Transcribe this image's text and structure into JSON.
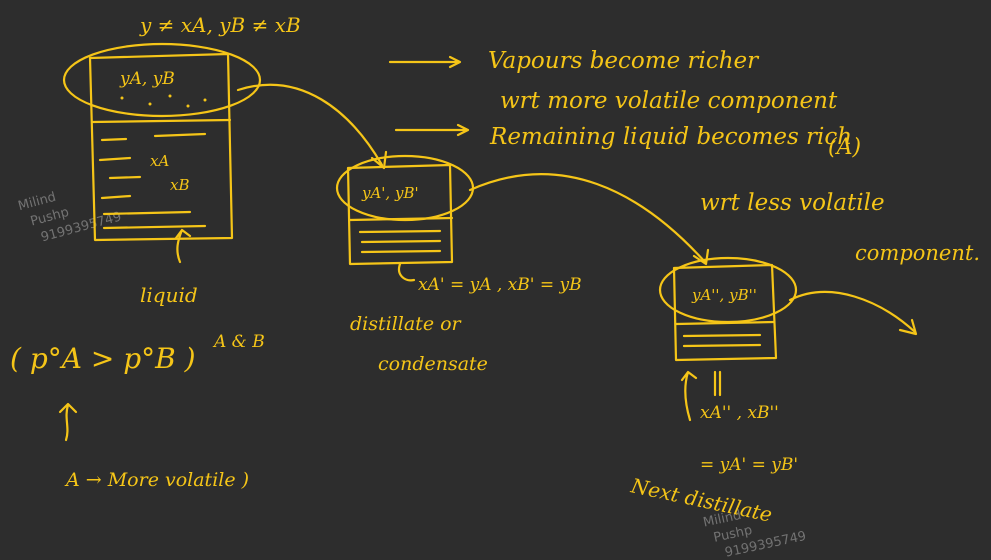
{
  "top_label": "y ≠ xA, yB ≠ xB",
  "vessel1": {
    "vapor": "yA, yB",
    "liq_a": "xA",
    "liq_b": "xB",
    "caption": "liquid",
    "caption2": "A & B"
  },
  "notes": {
    "line1": "Vapours become richer",
    "line2": "wrt more volatile component",
    "line3": "(A)",
    "line4": "Remaining liquid becomes rich",
    "line5": "wrt less volatile",
    "line6": "component."
  },
  "vessel2": {
    "vapor": "yA', yB'",
    "relation": "xA' = yA , xB' = yB",
    "caption1": "distillate or",
    "caption2": "condensate"
  },
  "vessel3": {
    "vapor": "yA'', yB''",
    "rel_top": "xA'' , xB''",
    "rel_bottom": "= yA'   = yB'",
    "caption": "Next distillate"
  },
  "left_block": {
    "inequality": "( p°A > p°B )",
    "volatile": "A → More volatile )"
  },
  "watermark": {
    "name1": "Milind",
    "name2": "Pushp",
    "phone": "9199395749"
  }
}
